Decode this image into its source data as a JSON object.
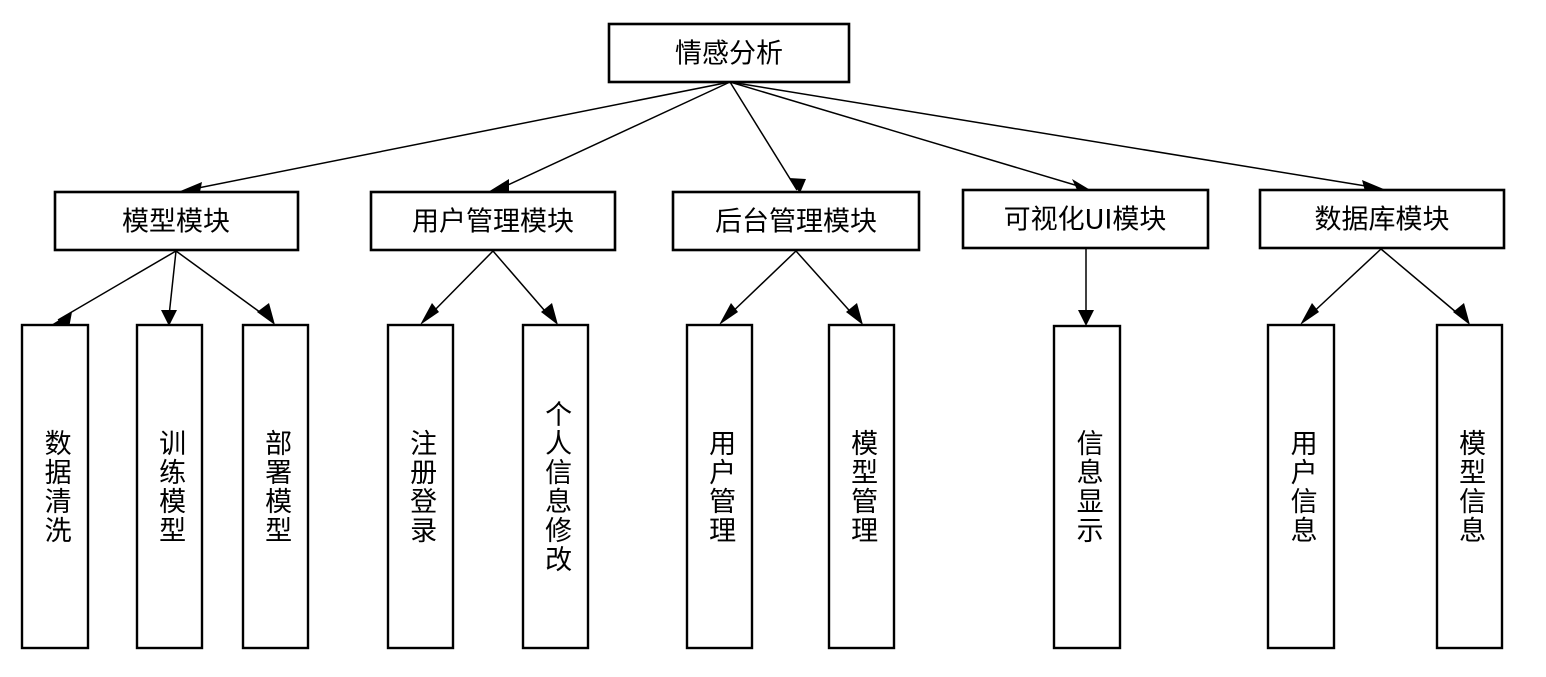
{
  "diagram": {
    "type": "hierarchy-tree",
    "title": "情感分析",
    "colors": {
      "background": "#ffffff",
      "box_stroke": "#000000",
      "box_fill": "#ffffff",
      "edge": "#000000",
      "text": "#000000"
    },
    "root": {
      "label": "情感分析"
    },
    "modules": [
      {
        "label": "模型模块",
        "children": [
          {
            "label": "数据清洗"
          },
          {
            "label": "训练模型"
          },
          {
            "label": "部署模型"
          }
        ]
      },
      {
        "label": "用户管理模块",
        "children": [
          {
            "label": "注册登录"
          },
          {
            "label": "个人信息修改"
          }
        ]
      },
      {
        "label": "后台管理模块",
        "children": [
          {
            "label": "用户管理"
          },
          {
            "label": "模型管理"
          }
        ]
      },
      {
        "label": "可视化UI模块",
        "children": [
          {
            "label": "信息显示"
          }
        ]
      },
      {
        "label": "数据库模块",
        "children": [
          {
            "label": "用户信息"
          },
          {
            "label": "模型信息"
          }
        ]
      }
    ]
  }
}
